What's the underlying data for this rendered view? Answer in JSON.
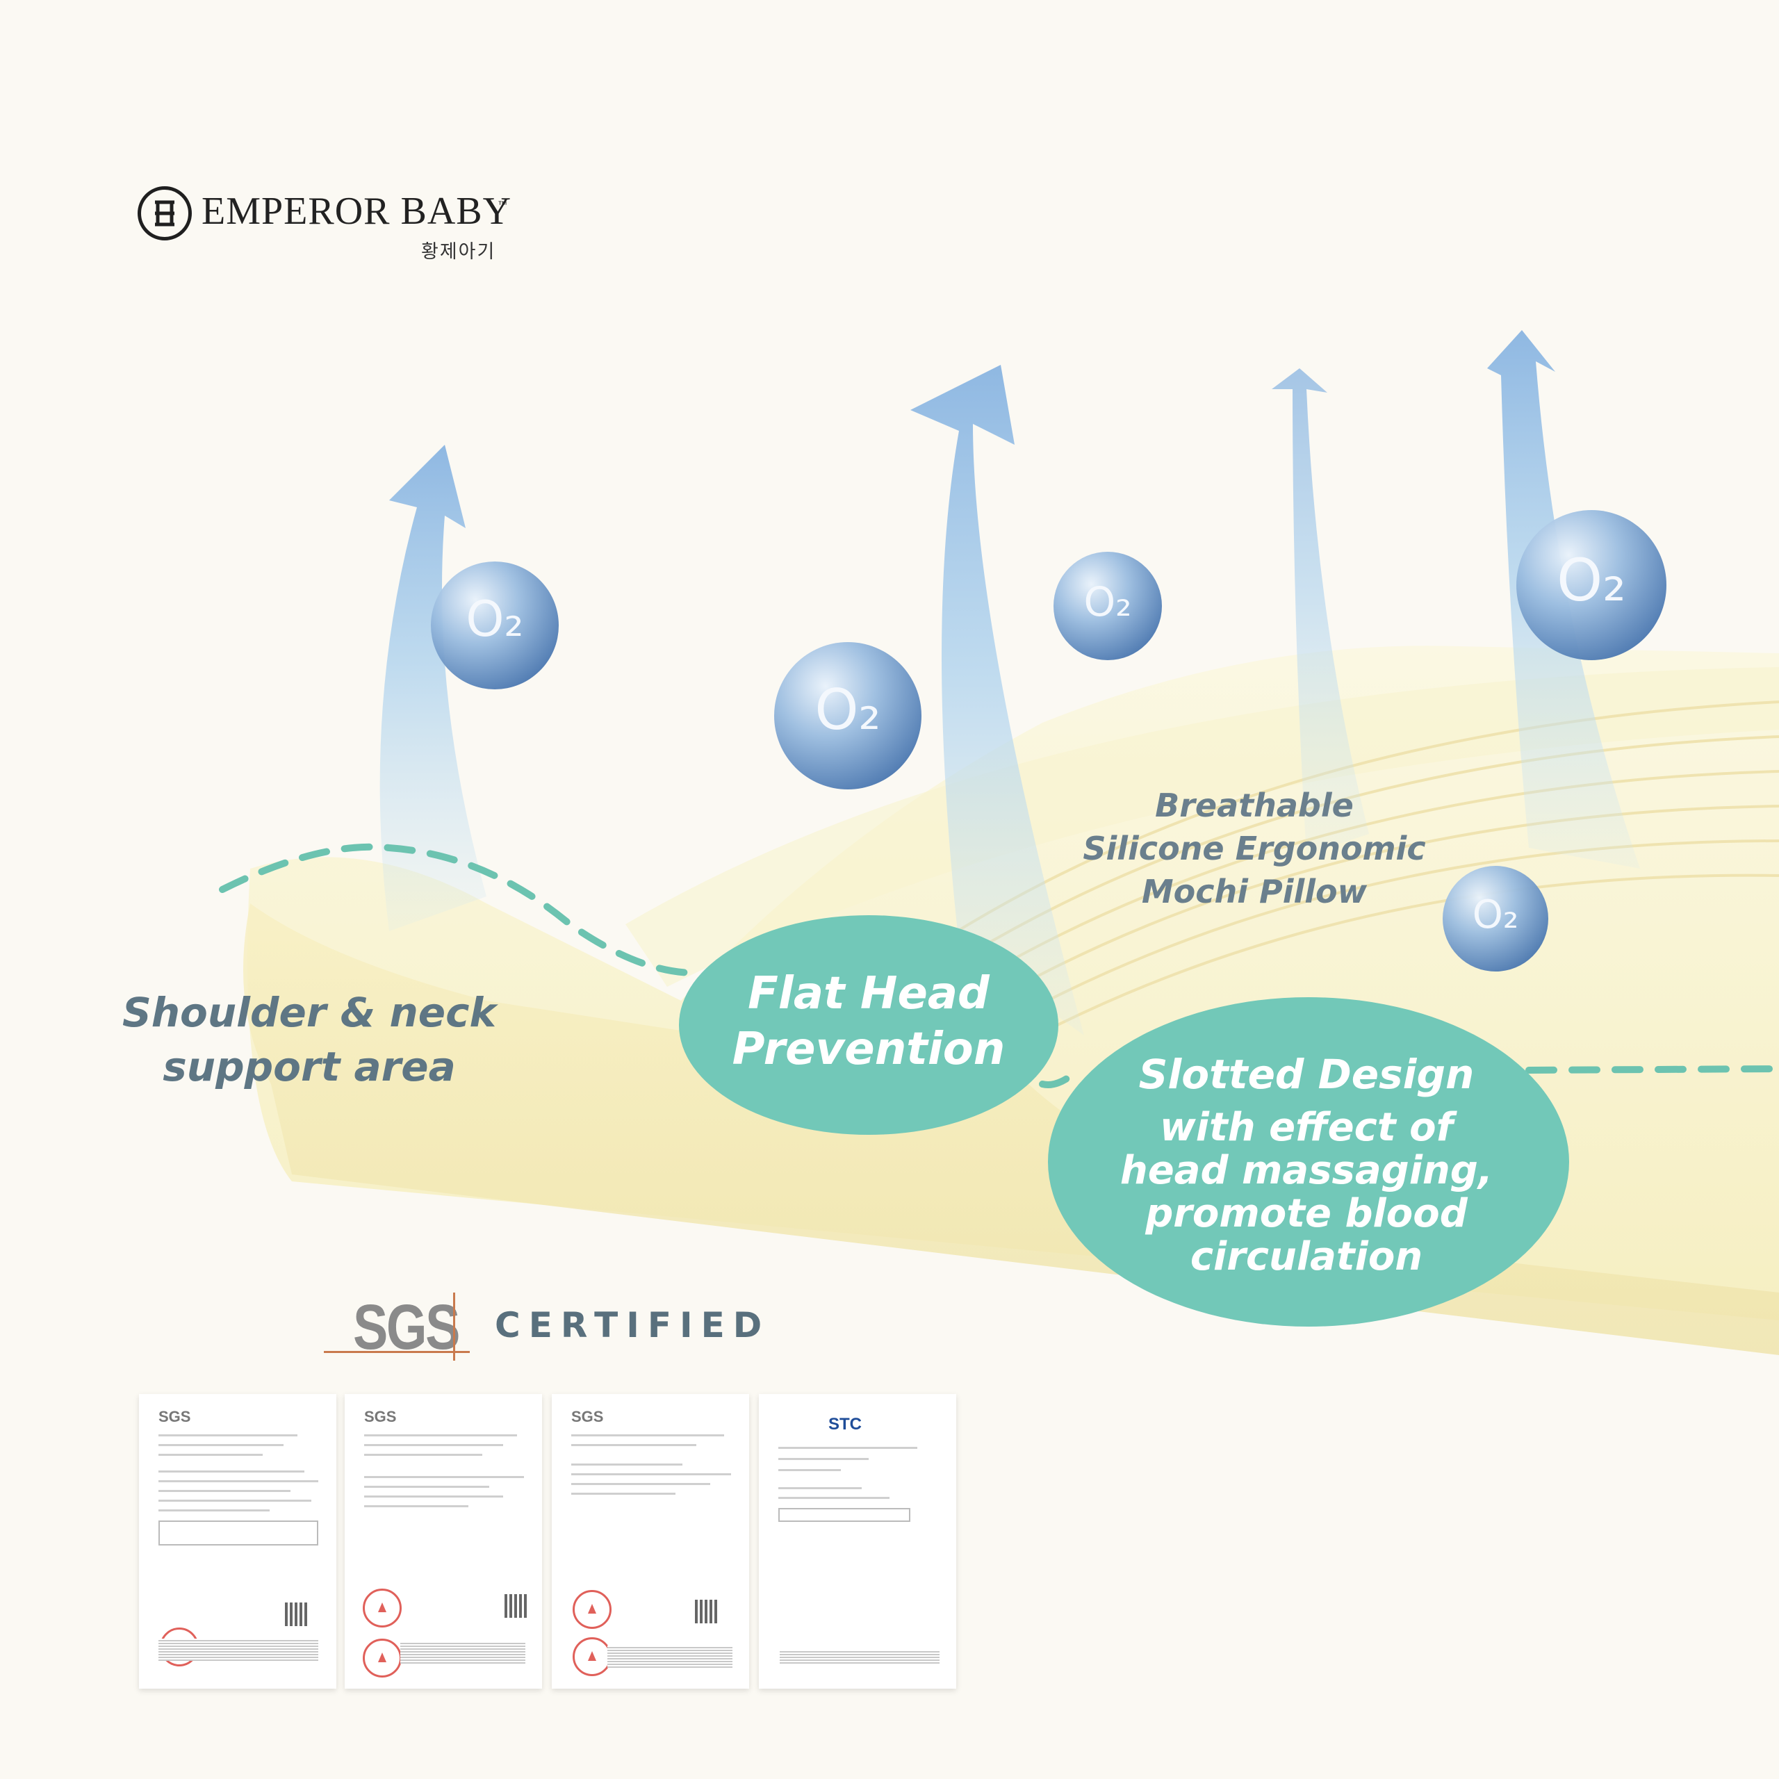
{
  "brand": {
    "name": "EMPEROR BABY",
    "tm": "™",
    "sub": "황제아기"
  },
  "oxygen": {
    "label": "O₂"
  },
  "labels": {
    "neck": [
      "Shoulder & neck",
      "support area"
    ],
    "breathable": [
      "Breathable",
      "Silicone Ergonomic",
      "Mochi Pillow"
    ]
  },
  "bubbles": {
    "flat": [
      "Flat Head",
      "Prevention"
    ],
    "slot_title": "Slotted Design",
    "slot_body": [
      "with effect of",
      "head massaging,",
      "promote blood",
      "circulation"
    ]
  },
  "cert": {
    "logo": "SGS",
    "title": "CERTIFIED"
  },
  "documents": [
    {
      "header": "SGS"
    },
    {
      "header": "SGS"
    },
    {
      "header": "SGS"
    },
    {
      "header": "STC"
    }
  ],
  "colors": {
    "background": "#fbf9f3",
    "pillow": "#f8f3cc",
    "teal": "#72c8b8",
    "arrow": "#9ec5e6",
    "label_text": "#5e7684"
  }
}
